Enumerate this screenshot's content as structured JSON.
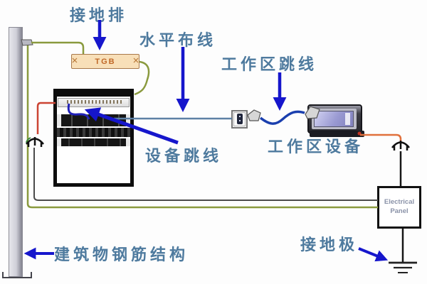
{
  "labels": {
    "grounding_bar": "接地排",
    "horizontal_cabling": "水平布线",
    "work_area_jumper": "工作区跳线",
    "equipment_jumper": "设备跳线",
    "work_area_equipment": "工作区设备",
    "building_steel_structure": "建筑物钢筋结构",
    "grounding_electrode": "接地极"
  },
  "components": {
    "tgb": "TGB",
    "electrical_panel": "Electrical Panel"
  },
  "colors": {
    "label_text": "#4e7a9e",
    "annotation_arrow": "#1616cc",
    "ground_wire": "#8a9a3e",
    "power_cord": "#e0703c",
    "patch_wire": "#cc4433",
    "horizontal_cable": "#5e81a5",
    "jumper_cable": "#2020b8",
    "tgb_fill": "#f8dfb8"
  }
}
